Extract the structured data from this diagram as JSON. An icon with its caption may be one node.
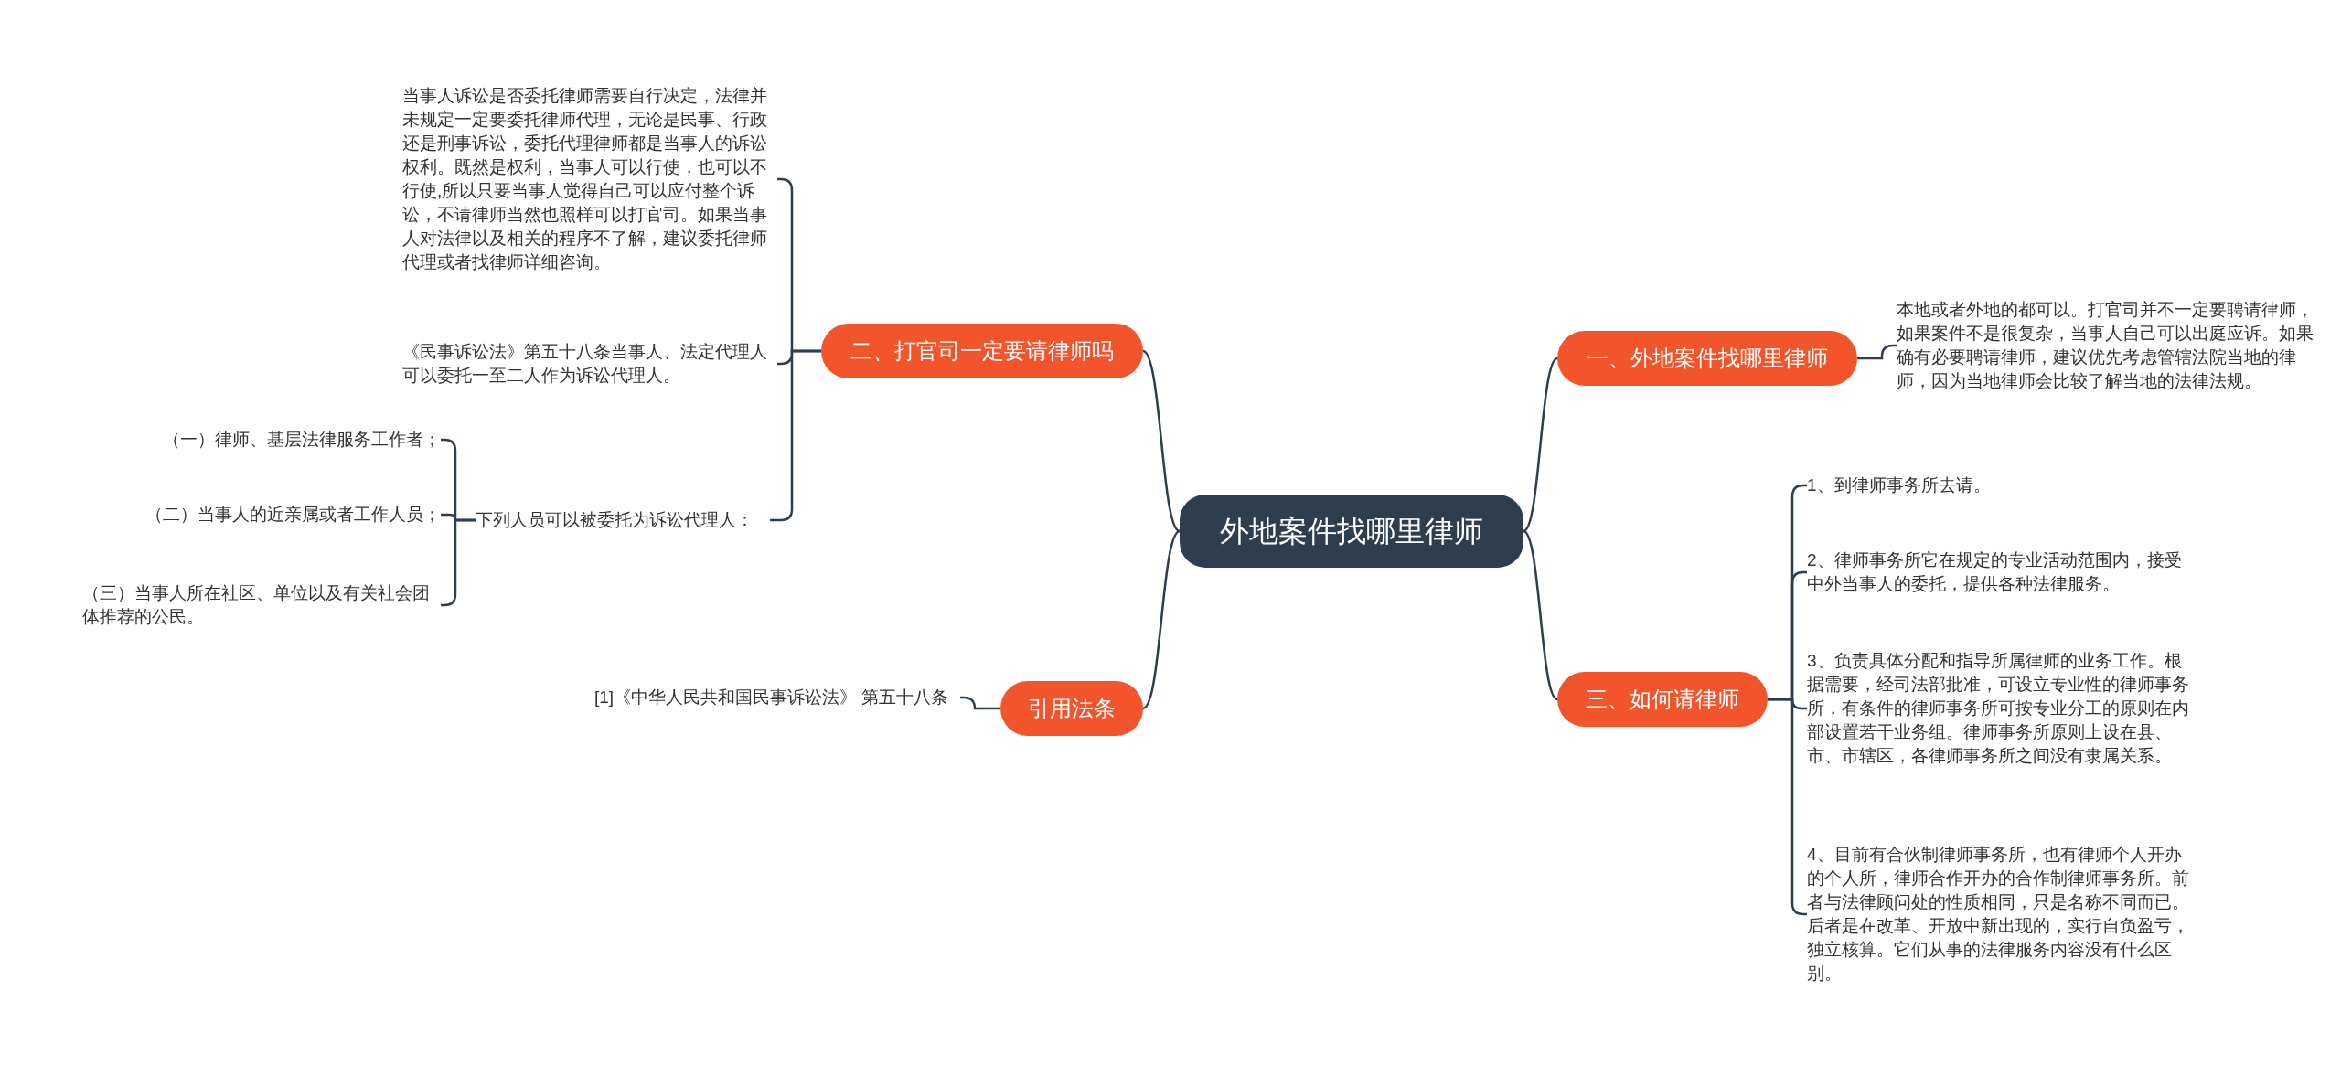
{
  "diagram": {
    "nodes": [
      {
        "text": [
          "外地案件找哪里律师"
        ]
      },
      {
        "text": [
          "一、外地案件找哪里律师"
        ]
      },
      {
        "text": [
          "本地或者外地的都可以。打官司并不一定要聘请律师，如果案件不是很复杂，当事人自己可以出庭应诉。如果确有必要聘请律师，建议优先考虑管辖法院当地的律师，因为当地律师会比较了解当地的法律法规。"
        ]
      },
      {
        "text": [
          "二、打官司一定要请律师吗"
        ]
      },
      {
        "text": [
          "当事人诉讼是否委托律师需要自行决定，法律并未规定一定要委托律师代理，无论是民事、行政还是刑事诉讼，委托代理律师都是当事人的诉讼权利。既然是权利，当事人可以行使，也可以不行使,所以只要当事人觉得自己可以应付整个诉讼，不请律师当然也照样可以打官司。如果当事人对法律以及相关的程序不了解，建议委托律师代理或者找律师详细咨询。"
        ]
      },
      {
        "text": [
          "《民事诉讼法》第五十八条当事人、法定代理人可以委托一至二人作为诉讼代理人。"
        ]
      },
      {
        "text": [
          "下列人员可以被委托为诉讼代理人："
        ]
      },
      {
        "text": [
          "（一）律师、基层法律服务工作者；"
        ]
      },
      {
        "text": [
          "（二）当事人的近亲属或者工作人员；"
        ]
      },
      {
        "text": [
          "（三）当事人所在社区、单位以及有关社会团体推荐的公民。"
        ]
      },
      {
        "text": [
          "三、如何请律师"
        ]
      },
      {
        "text": [
          "1、到律师事务所去请。"
        ]
      },
      {
        "text": [
          "2、律师事务所它在规定的专业活动范围内，接受中外当事人的委托，提供各种法律服务。"
        ]
      },
      {
        "text": [
          "3、负责具体分配和指导所属律师的业务工作。根据需要，经司法部批准，可设立专业性的律师事务所，有条件的律师事务所可按专业分工的原则在内部设置若干业务组。律师事务所原则上设在县、市、市辖区，各律师事务所之间没有隶属关系。"
        ]
      },
      {
        "text": [
          "4、目前有合伙制律师事务所，也有律师个人开办的个人所，律师合作开办的合作制律师事务所。前者与法律顾问处的性质相同，只是名称不同而已。后者是在改革、开放中新出现的，实行自负盈亏，独立核算。它们从事的法律服务内容没有什么区别。"
        ]
      },
      {
        "text": [
          "引用法条"
        ]
      },
      {
        "text": [
          "[1]《中华人民共和国民事诉讼法》 第五十八条"
        ]
      }
    ],
    "edges": [
      {
        "from": 0,
        "to": 1,
        "arrow": "none"
      },
      {
        "from": 1,
        "to": 2,
        "arrow": "none"
      },
      {
        "from": 0,
        "to": 3,
        "arrow": "none"
      },
      {
        "from": 3,
        "to": 4,
        "arrow": "none"
      },
      {
        "from": 3,
        "to": 5,
        "arrow": "none"
      },
      {
        "from": 3,
        "to": 6,
        "arrow": "none"
      },
      {
        "from": 6,
        "to": 7,
        "arrow": "none"
      },
      {
        "from": 6,
        "to": 8,
        "arrow": "none"
      },
      {
        "from": 6,
        "to": 9,
        "arrow": "none"
      },
      {
        "from": 0,
        "to": 10,
        "arrow": "none"
      },
      {
        "from": 10,
        "to": 11,
        "arrow": "none"
      },
      {
        "from": 10,
        "to": 12,
        "arrow": "none"
      },
      {
        "from": 10,
        "to": 13,
        "arrow": "none"
      },
      {
        "from": 10,
        "to": 14,
        "arrow": "none"
      },
      {
        "from": 0,
        "to": 15,
        "arrow": "none"
      },
      {
        "from": 15,
        "to": 16,
        "arrow": "none"
      }
    ]
  }
}
